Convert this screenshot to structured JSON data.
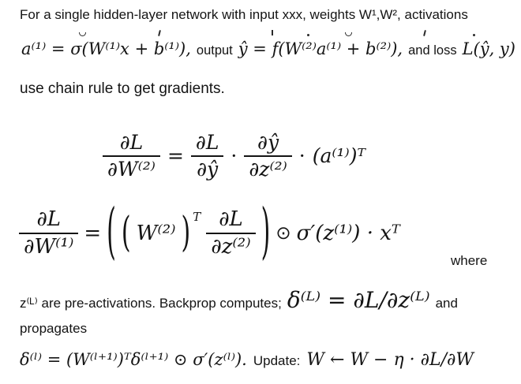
{
  "page": {
    "background": "#ffffff",
    "text_color": "#141414"
  },
  "intro": {
    "line1": "For a single hidden-layer network with input xxx, weights W¹,W², activations",
    "chain_rule_line": "use chain rule to get gradients."
  },
  "inline_math": {
    "activation": "a⁽¹⁾ = σ(W⁽¹⁾x + b⁽¹⁾),",
    "output_label": "output",
    "output_def": "ŷ = f(W⁽²⁾a⁽¹⁾ + b⁽²⁾),",
    "loss_label": "and loss",
    "loss_term": "L(ŷ, y)"
  },
  "eq1": {
    "lhs_num": "∂L",
    "lhs_den": "∂W⁽²⁾",
    "equals": "=",
    "f1_num": "∂L",
    "f1_den": "∂ŷ",
    "dot1": "·",
    "f2_num": "∂ŷ",
    "f2_den": "∂z⁽²⁾",
    "dot2": "·",
    "tail": "(a⁽¹⁾)ᵀ"
  },
  "eq2": {
    "lhs_num": "∂L",
    "lhs_den": "∂W⁽¹⁾",
    "equals": "=",
    "outer_open": "(",
    "inner_open": "(",
    "weight_term": "W⁽²⁾",
    "inner_close": ")",
    "transpose": "T",
    "frac_num": "∂L",
    "frac_den": "∂z⁽²⁾",
    "outer_close": ")",
    "hadamard": "⊙",
    "tail": "σ′(z⁽¹⁾) · xᵀ",
    "where_label": "where"
  },
  "backprop": {
    "pre_text": "z⁽ᴸ⁾ are pre-activations. Backprop computes;",
    "delta_definition": "δ⁽ᴸ⁾ = ∂L/∂z⁽ᴸ⁾",
    "and_label": "and",
    "propagates_label": "propagates",
    "recursion": "δ⁽ˡ⁾ = (W⁽ˡ⁺¹⁾)ᵀδ⁽ˡ⁺¹⁾ ⊙ σ′(z⁽ˡ⁾).",
    "update_label": "Update:",
    "update_rule": "W ← W − η · ∂L/∂W"
  }
}
